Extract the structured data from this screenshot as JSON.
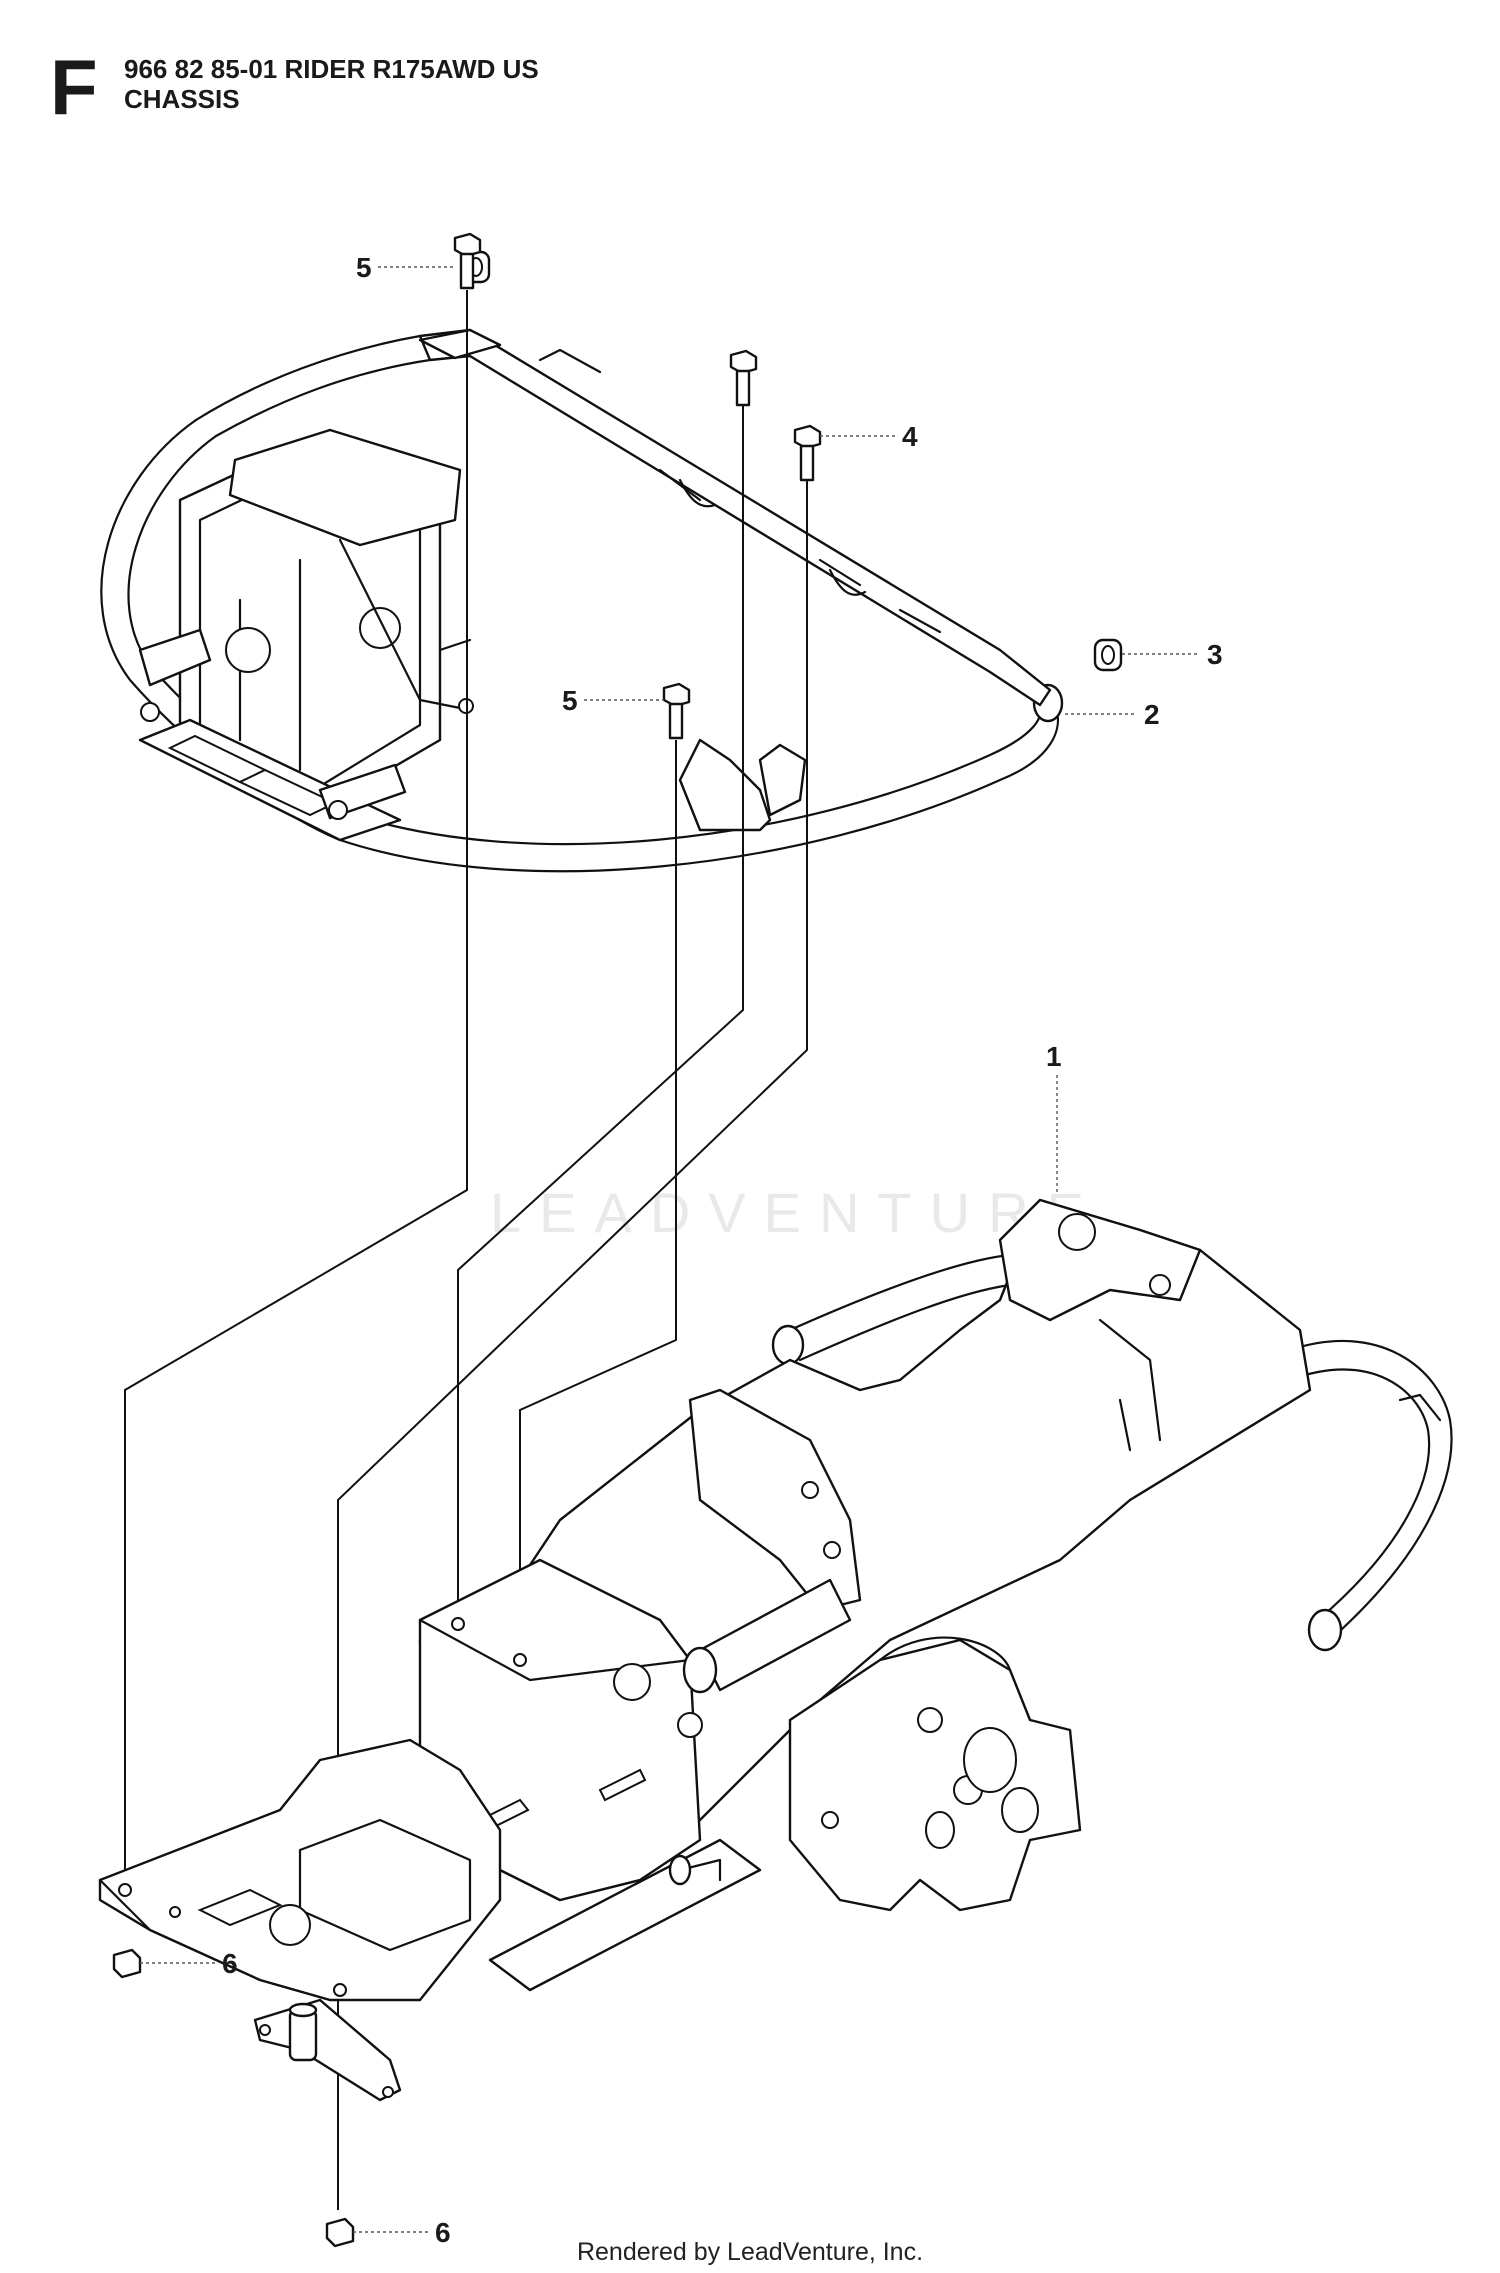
{
  "header": {
    "section_letter": "F",
    "model_line": "966 82 85-01 RIDER R175AWD US",
    "group_name": "CHASSIS"
  },
  "watermark": "LEADVENTURE",
  "footer": {
    "credit": "Rendered by LeadVenture, Inc."
  },
  "callouts": [
    {
      "id": "c1",
      "label": "1"
    },
    {
      "id": "c2",
      "label": "2"
    },
    {
      "id": "c3",
      "label": "3"
    },
    {
      "id": "c4",
      "label": "4"
    },
    {
      "id": "c5a",
      "label": "5"
    },
    {
      "id": "c5b",
      "label": "5"
    },
    {
      "id": "c6a",
      "label": "6"
    },
    {
      "id": "c6b",
      "label": "6"
    }
  ]
}
